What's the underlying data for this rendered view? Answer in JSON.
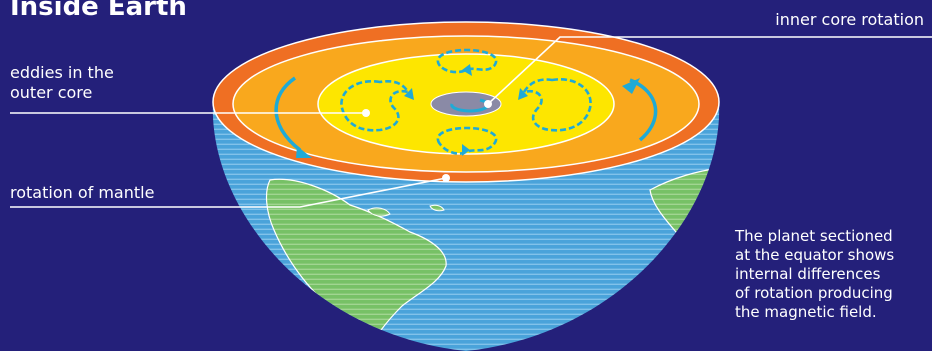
{
  "title": "Inside Earth",
  "labels": {
    "eddies_line1": "eddies in the",
    "eddies_line2": "outer core",
    "mantle": "rotation of mantle",
    "inner_core": "inner core rotation"
  },
  "caption": {
    "line1": "The planet sectioned",
    "line2": "at the equator shows",
    "line3": "internal differences",
    "line4": "of rotation producing",
    "line5": "the magnetic field."
  },
  "colors": {
    "background": "#24207a",
    "crust": "#ef6f23",
    "mantle": "#f9a81d",
    "outer_core": "#fde600",
    "inner_core": "#8a8aa6",
    "ocean": "#3f9bd5",
    "land": "#7cc46a",
    "arrows": "#1faad6"
  },
  "icons": [
    "rotation-arrow-icon",
    "eddy-loop-icon"
  ]
}
